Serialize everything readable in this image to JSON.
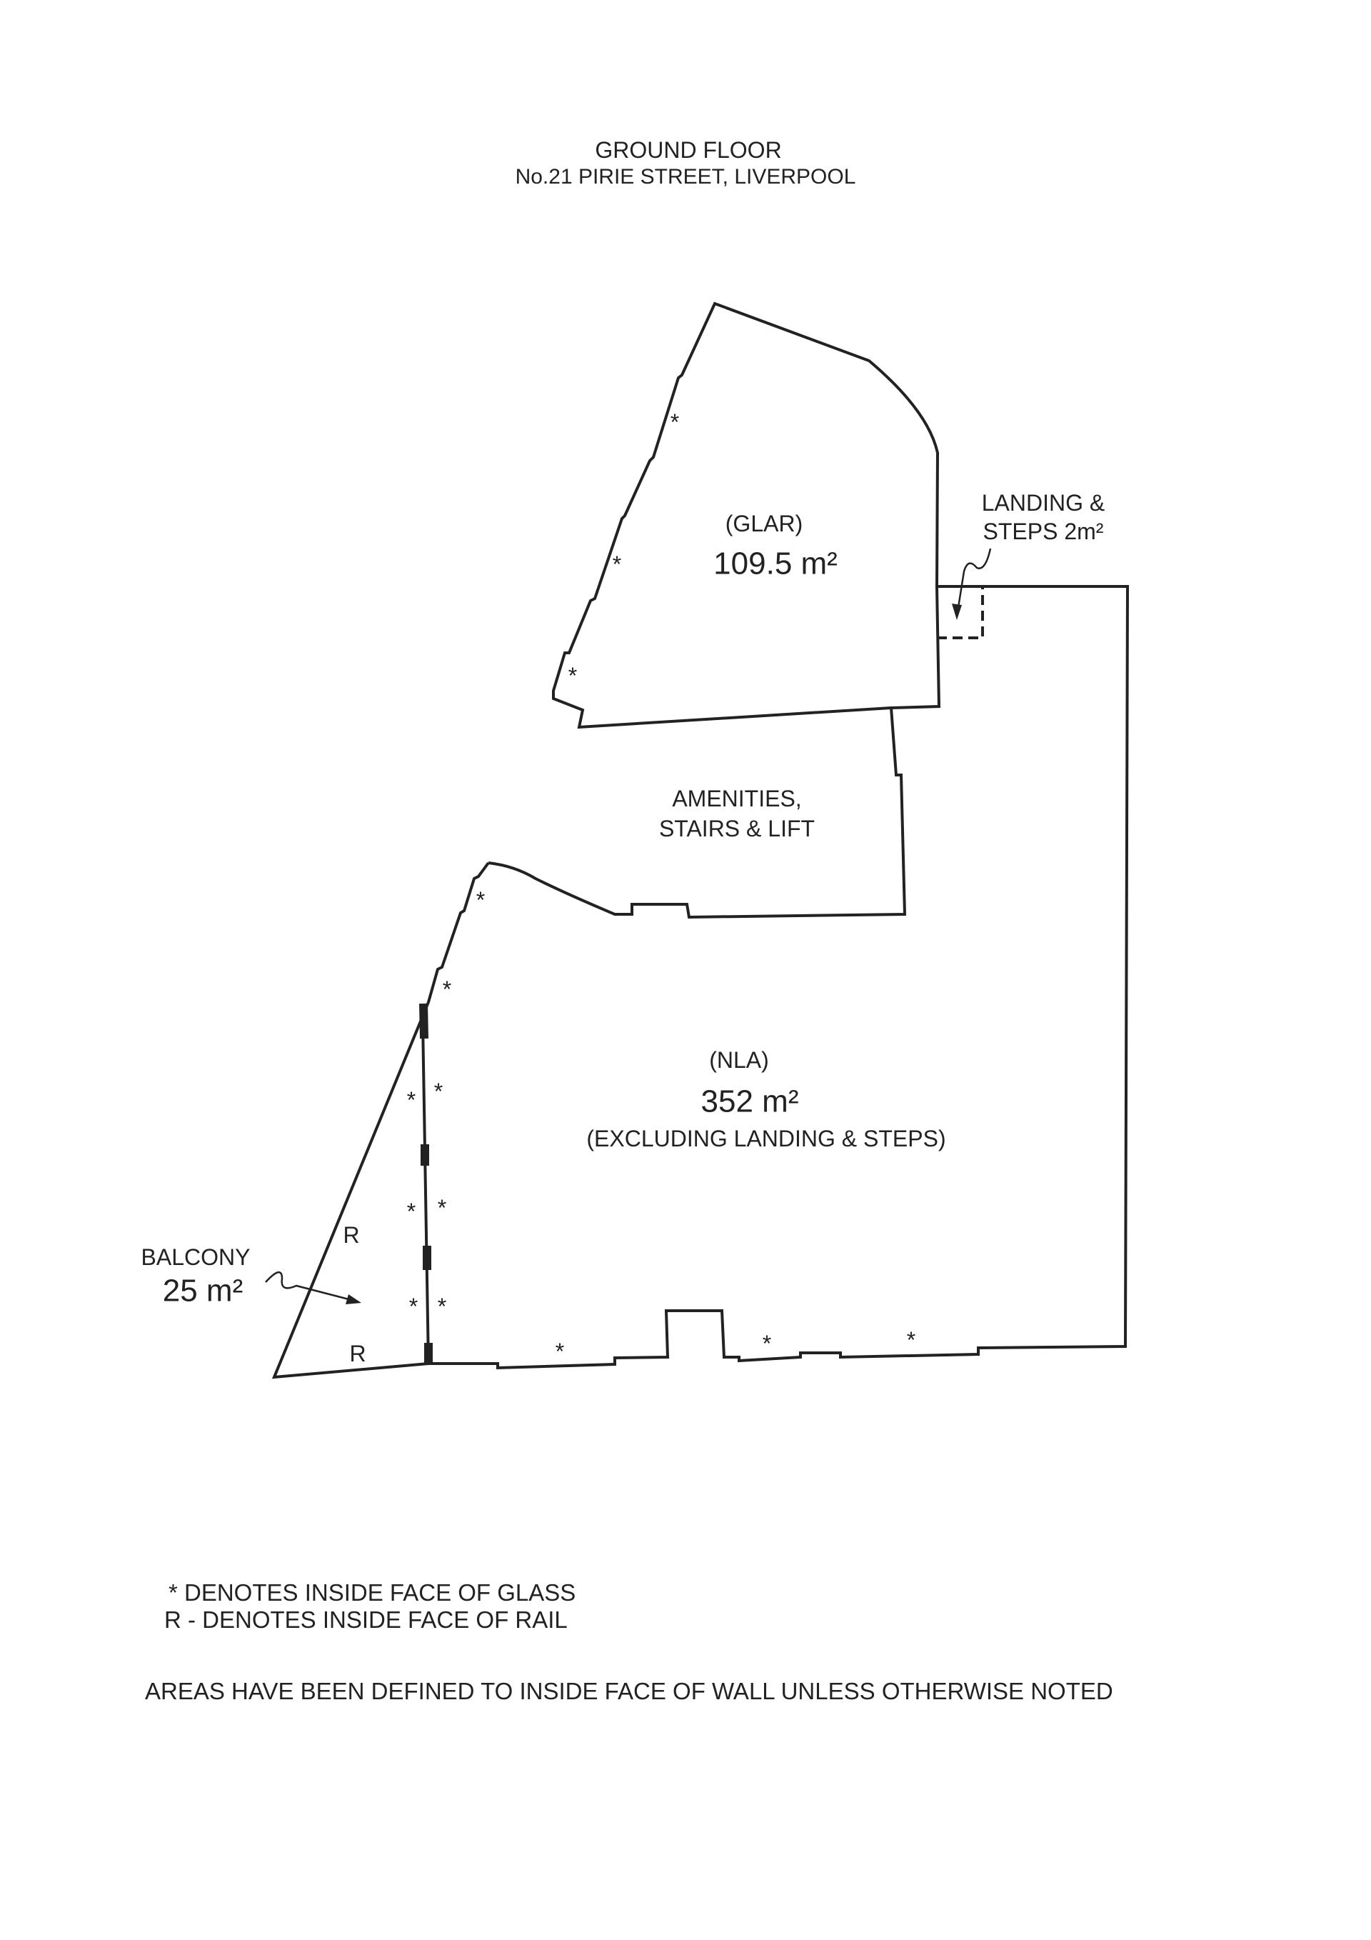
{
  "header": {
    "title": "GROUND FLOOR",
    "address": "No.21 PIRIE STREET, LIVERPOOL"
  },
  "areas": {
    "glar": {
      "label": "(GLAR)",
      "value": "109.5 m²"
    },
    "landing": {
      "line1": "LANDING &",
      "line2": "STEPS 2m²"
    },
    "amenities": {
      "line1": "AMENITIES,",
      "line2": "STAIRS & LIFT"
    },
    "nla": {
      "label": "(NLA)",
      "value": "352 m²",
      "note": "(EXCLUDING LANDING & STEPS)"
    },
    "balcony": {
      "label": "BALCONY",
      "value": "25 m²"
    },
    "rail_marker": "R",
    "glass_marker": "*"
  },
  "legend": {
    "glass": "* DENOTES INSIDE FACE OF GLASS",
    "rail": "R - DENOTES INSIDE FACE OF RAIL",
    "note": "AREAS HAVE BEEN DEFINED TO INSIDE FACE OF WALL UNLESS OTHERWISE NOTED"
  }
}
